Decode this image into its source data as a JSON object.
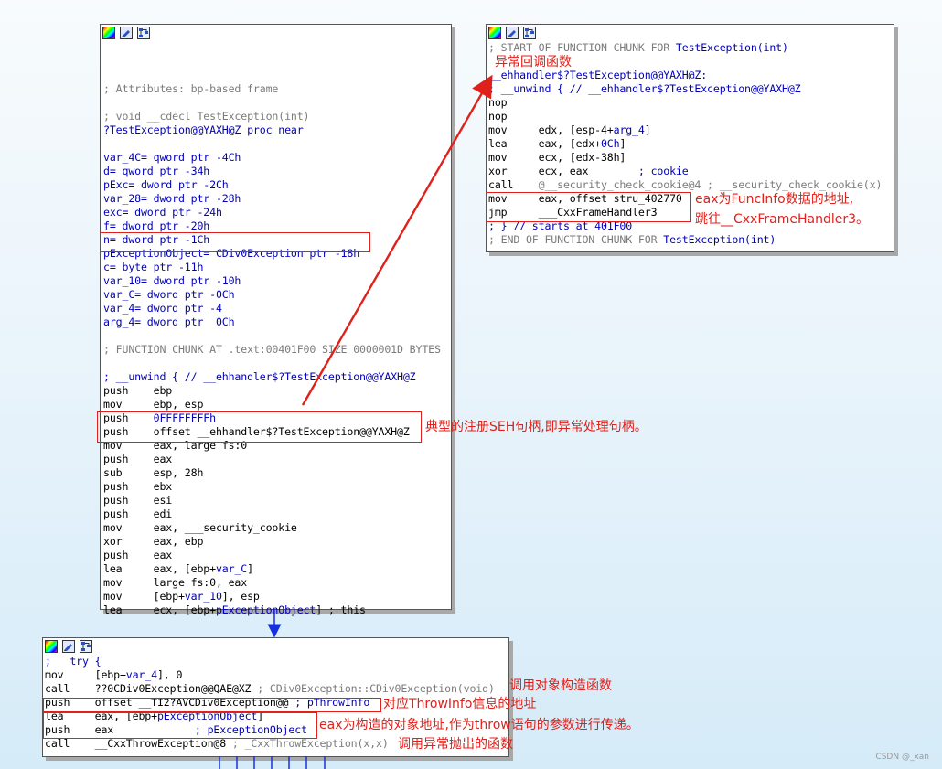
{
  "blocks": {
    "main": {
      "lines": [
        [],
        [],
        [],
        [
          {
            "t": "; Attributes: bp-based frame",
            "c": "cmt"
          }
        ],
        [],
        [
          {
            "t": "; void __cdecl TestException(int)",
            "c": "cmt"
          }
        ],
        [
          {
            "t": "?TestException@@YAXH@Z proc near",
            "c": "blu"
          }
        ],
        [],
        [
          {
            "t": "var_4C= qword ptr -4Ch",
            "c": "blu"
          }
        ],
        [
          {
            "t": "d= qword ptr -34h",
            "c": "blu"
          }
        ],
        [
          {
            "t": "pExc= dword ptr -2Ch",
            "c": "blu"
          }
        ],
        [
          {
            "t": "var_28= dword ptr -28h",
            "c": "blu"
          }
        ],
        [
          {
            "t": "exc= dword ptr -24h",
            "c": "blu"
          }
        ],
        [
          {
            "t": "f= dword ptr -20h",
            "c": "blu"
          }
        ],
        [
          {
            "t": "n= dword ptr -1Ch",
            "c": "blu"
          }
        ],
        [
          {
            "t": "pExceptionObject= CDiv0Exception ptr -18h",
            "c": "blu"
          }
        ],
        [
          {
            "t": "c= byte ptr -11h",
            "c": "blu"
          }
        ],
        [
          {
            "t": "var_10= dword ptr -10h",
            "c": "blu"
          }
        ],
        [
          {
            "t": "var_C= dword ptr -0Ch",
            "c": "blu"
          }
        ],
        [
          {
            "t": "var_4= dword ptr -4",
            "c": "blu"
          }
        ],
        [
          {
            "t": "arg_4= dword ptr  0Ch",
            "c": "blu"
          }
        ],
        [],
        [
          {
            "t": "; FUNCTION CHUNK AT .text:00401F00 SIZE 0000001D BYTES",
            "c": "cmt"
          }
        ],
        [],
        [
          {
            "t": "; __unwind { // __ehhandler$?TestException@@YAXH@Z",
            "c": "blu"
          }
        ],
        [
          {
            "t": "push    ebp",
            "c": "blk"
          }
        ],
        [
          {
            "t": "mov     ebp, esp",
            "c": "blk"
          }
        ],
        [
          {
            "t": "push    ",
            "c": "blk"
          },
          {
            "t": "0FFFFFFFFh",
            "c": "blu"
          }
        ],
        [
          {
            "t": "push    offset __ehhandler$?TestException@@YAXH@Z",
            "c": "blk"
          }
        ],
        [
          {
            "t": "mov     eax, large fs:0",
            "c": "blk"
          }
        ],
        [
          {
            "t": "push    eax",
            "c": "blk"
          }
        ],
        [
          {
            "t": "sub     esp, 28h",
            "c": "blk"
          }
        ],
        [
          {
            "t": "push    ebx",
            "c": "blk"
          }
        ],
        [
          {
            "t": "push    esi",
            "c": "blk"
          }
        ],
        [
          {
            "t": "push    edi",
            "c": "blk"
          }
        ],
        [
          {
            "t": "mov     eax, ___security_cookie",
            "c": "blk"
          }
        ],
        [
          {
            "t": "xor     eax, ebp",
            "c": "blk"
          }
        ],
        [
          {
            "t": "push    eax",
            "c": "blk"
          }
        ],
        [
          {
            "t": "lea     eax, [ebp+",
            "c": "blk"
          },
          {
            "t": "var_C",
            "c": "blu"
          },
          {
            "t": "]",
            "c": "blk"
          }
        ],
        [
          {
            "t": "mov     large fs:0, eax",
            "c": "blk"
          }
        ],
        [
          {
            "t": "mov     [ebp+",
            "c": "blk"
          },
          {
            "t": "var_10",
            "c": "blu"
          },
          {
            "t": "], esp",
            "c": "blk"
          }
        ],
        [
          {
            "t": "lea     ecx, [ebp+",
            "c": "blk"
          },
          {
            "t": "pExceptionObject",
            "c": "blu"
          },
          {
            "t": "] ; this",
            "c": "blk"
          }
        ]
      ]
    },
    "handler": {
      "lines": [
        [
          {
            "t": "; START OF FUNCTION CHUNK FOR ",
            "c": "cmt"
          },
          {
            "t": "TestException(int)",
            "c": "blu"
          }
        ],
        [],
        [
          {
            "t": "__ehhandler$?TestException@@YAXH@Z:",
            "c": "blu"
          }
        ],
        [
          {
            "t": "; __unwind { // __ehhandler$?TestException@@YAXH@Z",
            "c": "blu"
          }
        ],
        [
          {
            "t": "nop",
            "c": "blk"
          }
        ],
        [
          {
            "t": "nop",
            "c": "blk"
          }
        ],
        [
          {
            "t": "mov     edx, [esp-4+",
            "c": "blk"
          },
          {
            "t": "arg_4",
            "c": "blu"
          },
          {
            "t": "]",
            "c": "blk"
          }
        ],
        [
          {
            "t": "lea     eax, [edx+",
            "c": "blk"
          },
          {
            "t": "0Ch",
            "c": "blu"
          },
          {
            "t": "]",
            "c": "blk"
          }
        ],
        [
          {
            "t": "mov     ecx, [edx-38h]",
            "c": "blk"
          }
        ],
        [
          {
            "t": "xor     ecx, eax        ",
            "c": "blk"
          },
          {
            "t": "; cookie",
            "c": "blu"
          }
        ],
        [
          {
            "t": "call    ",
            "c": "blk"
          },
          {
            "t": "@__security_check_cookie@4 ; __security_check_cookie(x)",
            "c": "cmt"
          }
        ],
        [
          {
            "t": "mov     eax, offset stru_402770",
            "c": "blk"
          }
        ],
        [
          {
            "t": "jmp     ___CxxFrameHandler3",
            "c": "blk"
          }
        ],
        [
          {
            "t": "; } // starts at 401F00",
            "c": "blu"
          }
        ],
        [
          {
            "t": "; END OF FUNCTION CHUNK FOR ",
            "c": "cmt"
          },
          {
            "t": "TestException(int)",
            "c": "blu"
          }
        ]
      ]
    },
    "try": {
      "lines": [
        [
          {
            "t": ";   try {",
            "c": "blu"
          }
        ],
        [
          {
            "t": "mov     [ebp+",
            "c": "blk"
          },
          {
            "t": "var_4",
            "c": "blu"
          },
          {
            "t": "], 0",
            "c": "blk"
          }
        ],
        [
          {
            "t": "call    ??0CDiv0Exception@@QAE@XZ ",
            "c": "blk"
          },
          {
            "t": "; CDiv0Exception::CDiv0Exception(void)",
            "c": "cmt"
          }
        ],
        [
          {
            "t": "push    offset __TI2?AVCDiv0Exception@@ ",
            "c": "blk"
          },
          {
            "t": "; pThrowInfo",
            "c": "blu"
          }
        ],
        [
          {
            "t": "lea     eax, [ebp+",
            "c": "blk"
          },
          {
            "t": "pExceptionObject",
            "c": "blu"
          },
          {
            "t": "]",
            "c": "blk"
          }
        ],
        [
          {
            "t": "push    eax             ",
            "c": "blk"
          },
          {
            "t": "; pExceptionObject",
            "c": "blu"
          }
        ],
        [
          {
            "t": "call    __CxxThrowException@8 ",
            "c": "blk"
          },
          {
            "t": "; _CxxThrowException(x,x)",
            "c": "cmt"
          }
        ]
      ]
    }
  },
  "annotations": {
    "handler_title": "异常回调函数",
    "funcinfo_line1": "eax为FuncInfo数据的地址,",
    "funcinfo_line2": "跳往__CxxFrameHandler3。",
    "seh_register": "典型的注册SEH句柄,即异常处理句柄。",
    "call_ctor": "调用对象构造函数",
    "throwinfo": "对应ThrowInfo信息的地址",
    "eax_param": "eax为构造的对象地址,作为throw语句的参数进行传递。",
    "call_throw": "调用异常抛出的函数"
  },
  "watermark": "CSDN @_xan",
  "colors": {
    "accent_red": "#e0201a",
    "ida_blue": "#0000b8",
    "comment_gray": "#7b7b7b",
    "edge_blue": "#1530e0"
  },
  "icons": [
    "color-palette-icon",
    "edit-block-icon",
    "graph-view-icon"
  ]
}
